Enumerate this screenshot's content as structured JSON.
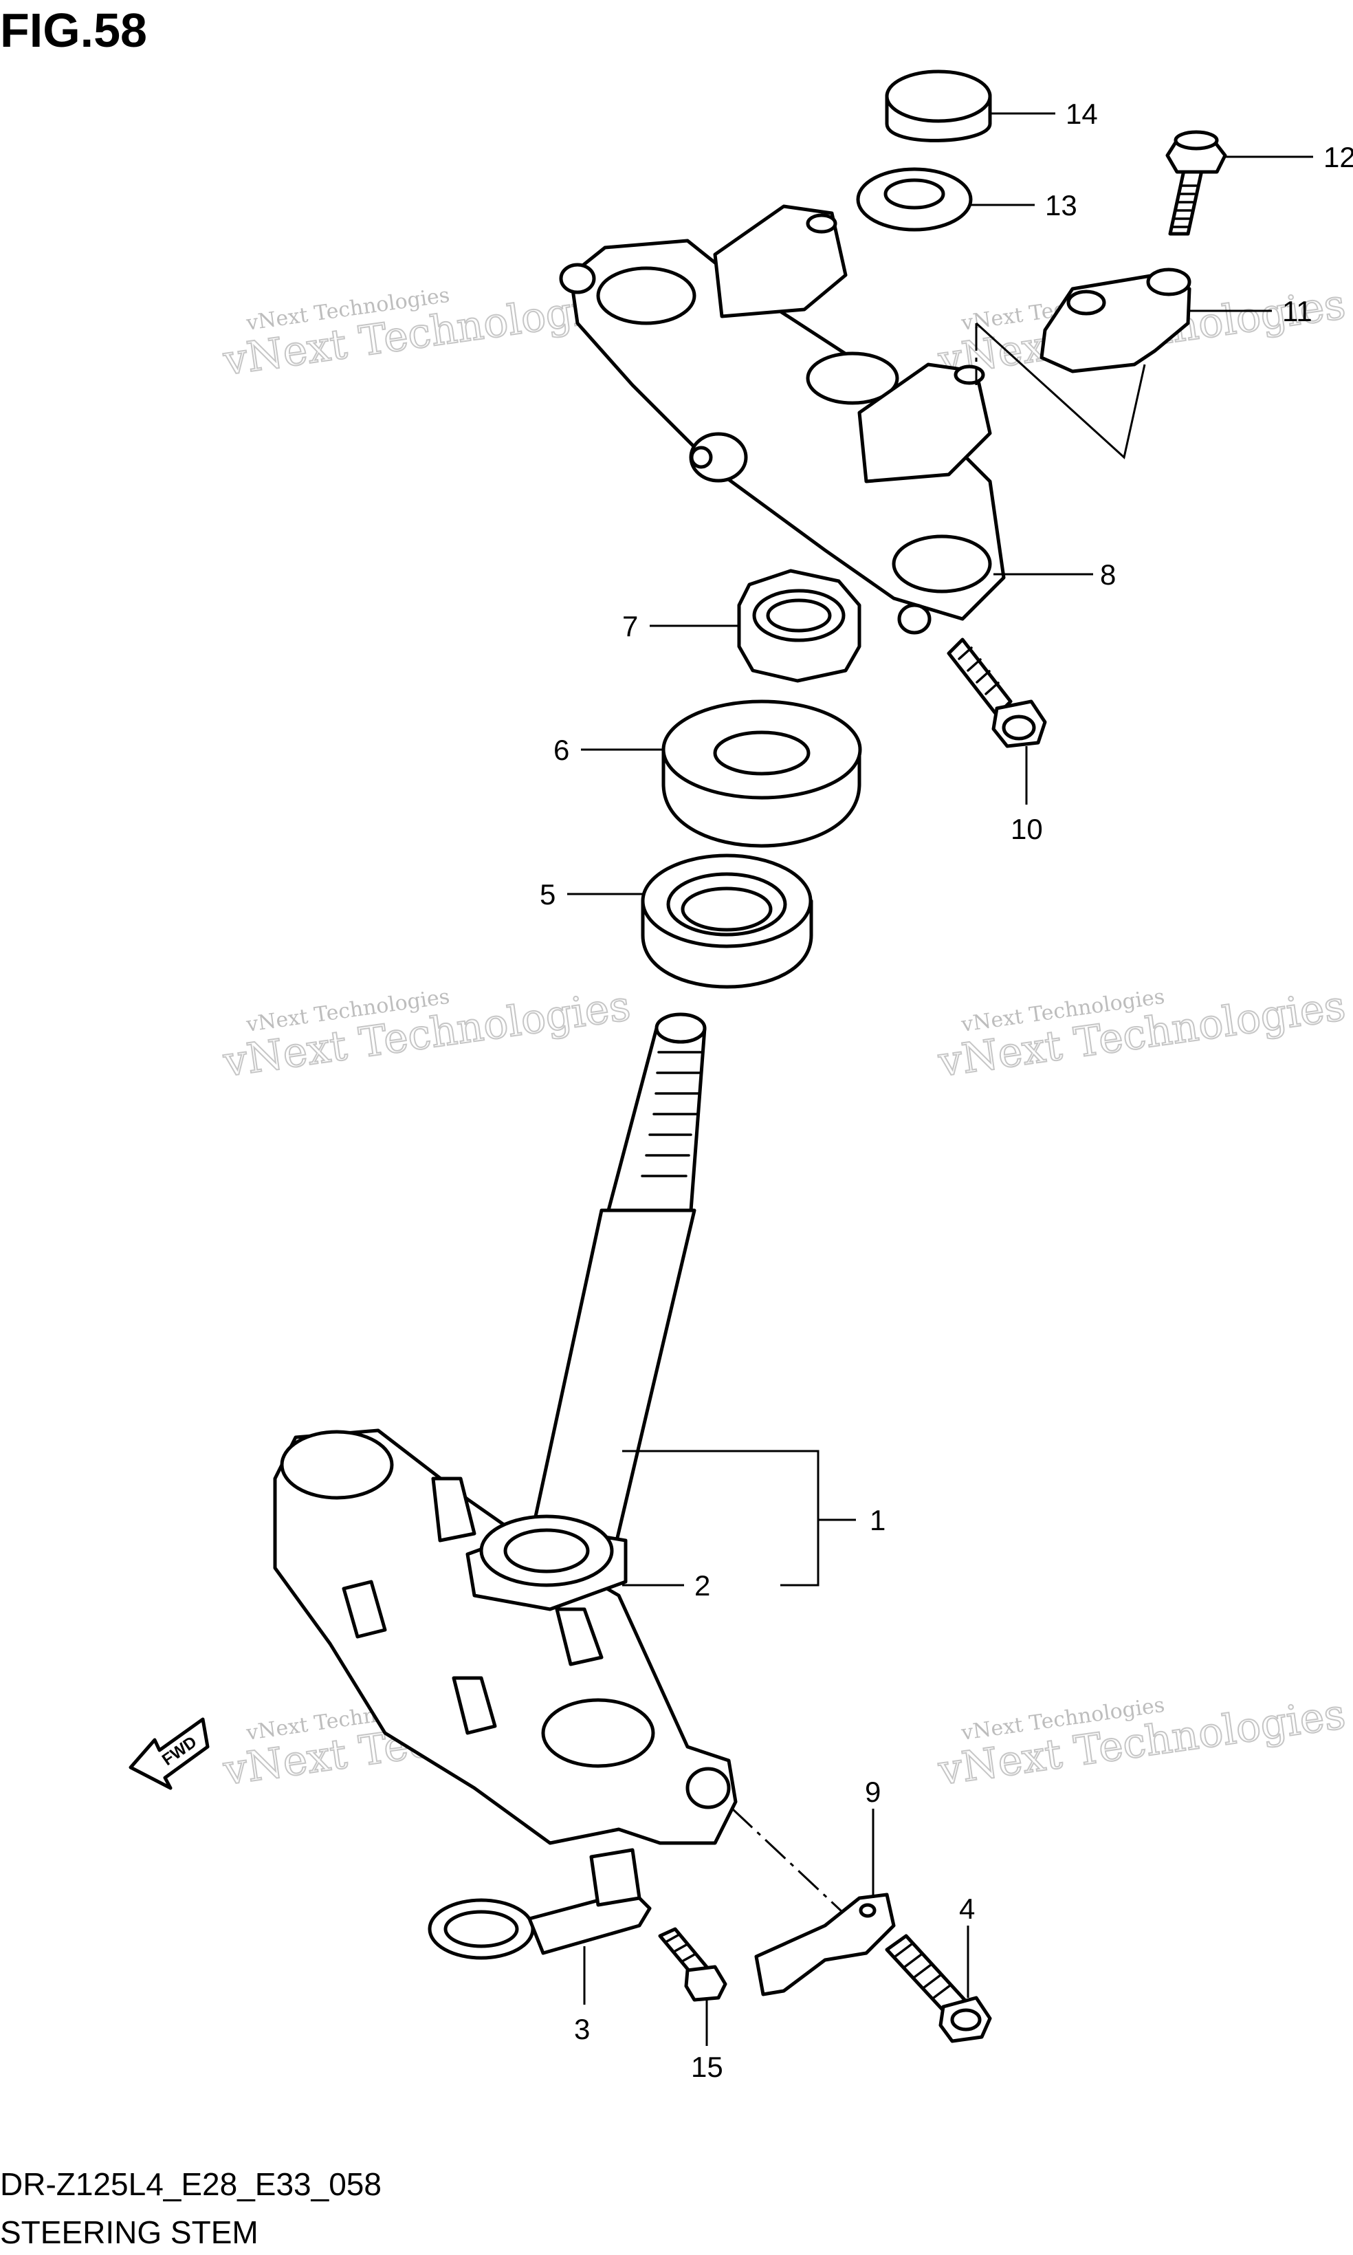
{
  "figure": {
    "title": "FIG.58",
    "model_code": "DR-Z125L4_E28_E33_058",
    "name": "STEERING STEM"
  },
  "fwd_label": "FWD",
  "watermark": {
    "line1": "vNext Technologies",
    "line2": "vNext Technologies"
  },
  "callouts": [
    "1",
    "2",
    "3",
    "4",
    "5",
    "6",
    "7",
    "8",
    "9",
    "10",
    "11",
    "12",
    "13",
    "14",
    "15"
  ]
}
